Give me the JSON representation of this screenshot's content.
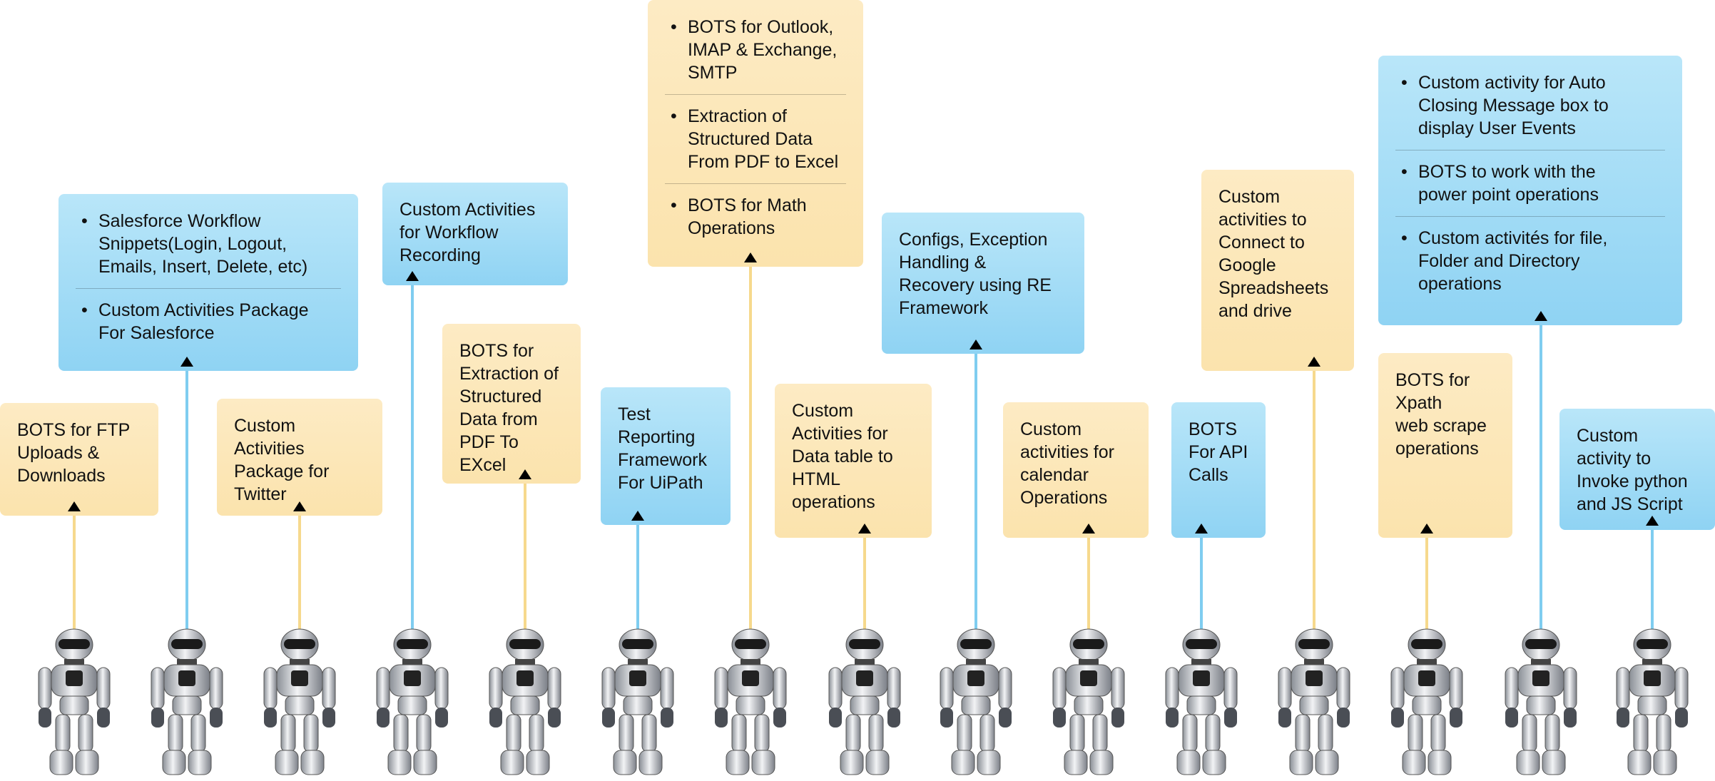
{
  "colors": {
    "orange_box": "#fbe3ad",
    "blue_box": "#8fd3f3",
    "orange_line": "#f6d98d",
    "blue_line": "#7fcdf0",
    "arrow": "#000000"
  },
  "icons": {
    "robot": "robot-icon",
    "arrow": "arrow-up-icon"
  },
  "robots_count": 15,
  "boxes": [
    {
      "id": "ftp",
      "color": "orange",
      "lines": [
        "BOTS for FTP",
        "Uploads &",
        "Downloads"
      ]
    },
    {
      "id": "salesforce",
      "color": "blue",
      "bullets": [
        [
          "Salesforce Workflow",
          "Snippets(Login, Logout,",
          "Emails, Insert, Delete, etc)"
        ],
        [
          "Custom Activities Package",
          "For Salesforce"
        ]
      ]
    },
    {
      "id": "twitter",
      "color": "orange",
      "lines": [
        "Custom",
        "Activities",
        "Package for",
        "Twitter"
      ]
    },
    {
      "id": "workflow-recording",
      "color": "blue",
      "lines": [
        "Custom Activities",
        "for Workflow",
        "Recording"
      ]
    },
    {
      "id": "pdf-extraction",
      "color": "orange",
      "lines": [
        "BOTS for",
        "Extraction of",
        "Structured",
        "Data from",
        "PDF To EXcel"
      ]
    },
    {
      "id": "test-reporting",
      "color": "blue",
      "lines": [
        "Test",
        "Reporting",
        "Framework",
        "For UiPath"
      ]
    },
    {
      "id": "outlook",
      "color": "orange",
      "bullets": [
        [
          "BOTS for Outlook,",
          "IMAP & Exchange,",
          "SMTP"
        ],
        [
          "Extraction of",
          "Structured Data",
          "From PDF to Excel"
        ],
        [
          "BOTS for Math",
          "Operations"
        ]
      ]
    },
    {
      "id": "datatable-html",
      "color": "orange",
      "lines": [
        "Custom",
        "Activities for",
        "Data table to",
        "HTML",
        "operations"
      ]
    },
    {
      "id": "re-framework",
      "color": "blue",
      "lines": [
        "Configs, Exception",
        "Handling &",
        "Recovery using RE",
        "Framework"
      ]
    },
    {
      "id": "calendar",
      "color": "orange",
      "lines": [
        "Custom",
        "activities for",
        "calendar",
        "Operations"
      ]
    },
    {
      "id": "api-calls",
      "color": "blue",
      "lines": [
        "BOTS",
        "For API",
        "Calls"
      ]
    },
    {
      "id": "google-sheets",
      "color": "orange",
      "lines": [
        "Custom",
        "activities to",
        "Connect to",
        "Google",
        "Spreadsheets",
        "and drive"
      ]
    },
    {
      "id": "xpath",
      "color": "orange",
      "lines": [
        "BOTS for",
        "Xpath",
        "web scrape",
        "operations"
      ]
    },
    {
      "id": "message-box",
      "color": "blue",
      "bullets": [
        [
          "Custom activity for Auto",
          "Closing Message box to",
          "display User Events"
        ],
        [
          "BOTS to work with the",
          "power point operations"
        ],
        [
          "Custom activités for file,",
          "Folder and Directory",
          "operations"
        ]
      ]
    },
    {
      "id": "python-js",
      "color": "blue",
      "lines": [
        "Custom",
        "activity to",
        "Invoke python",
        "and JS Script"
      ]
    }
  ]
}
